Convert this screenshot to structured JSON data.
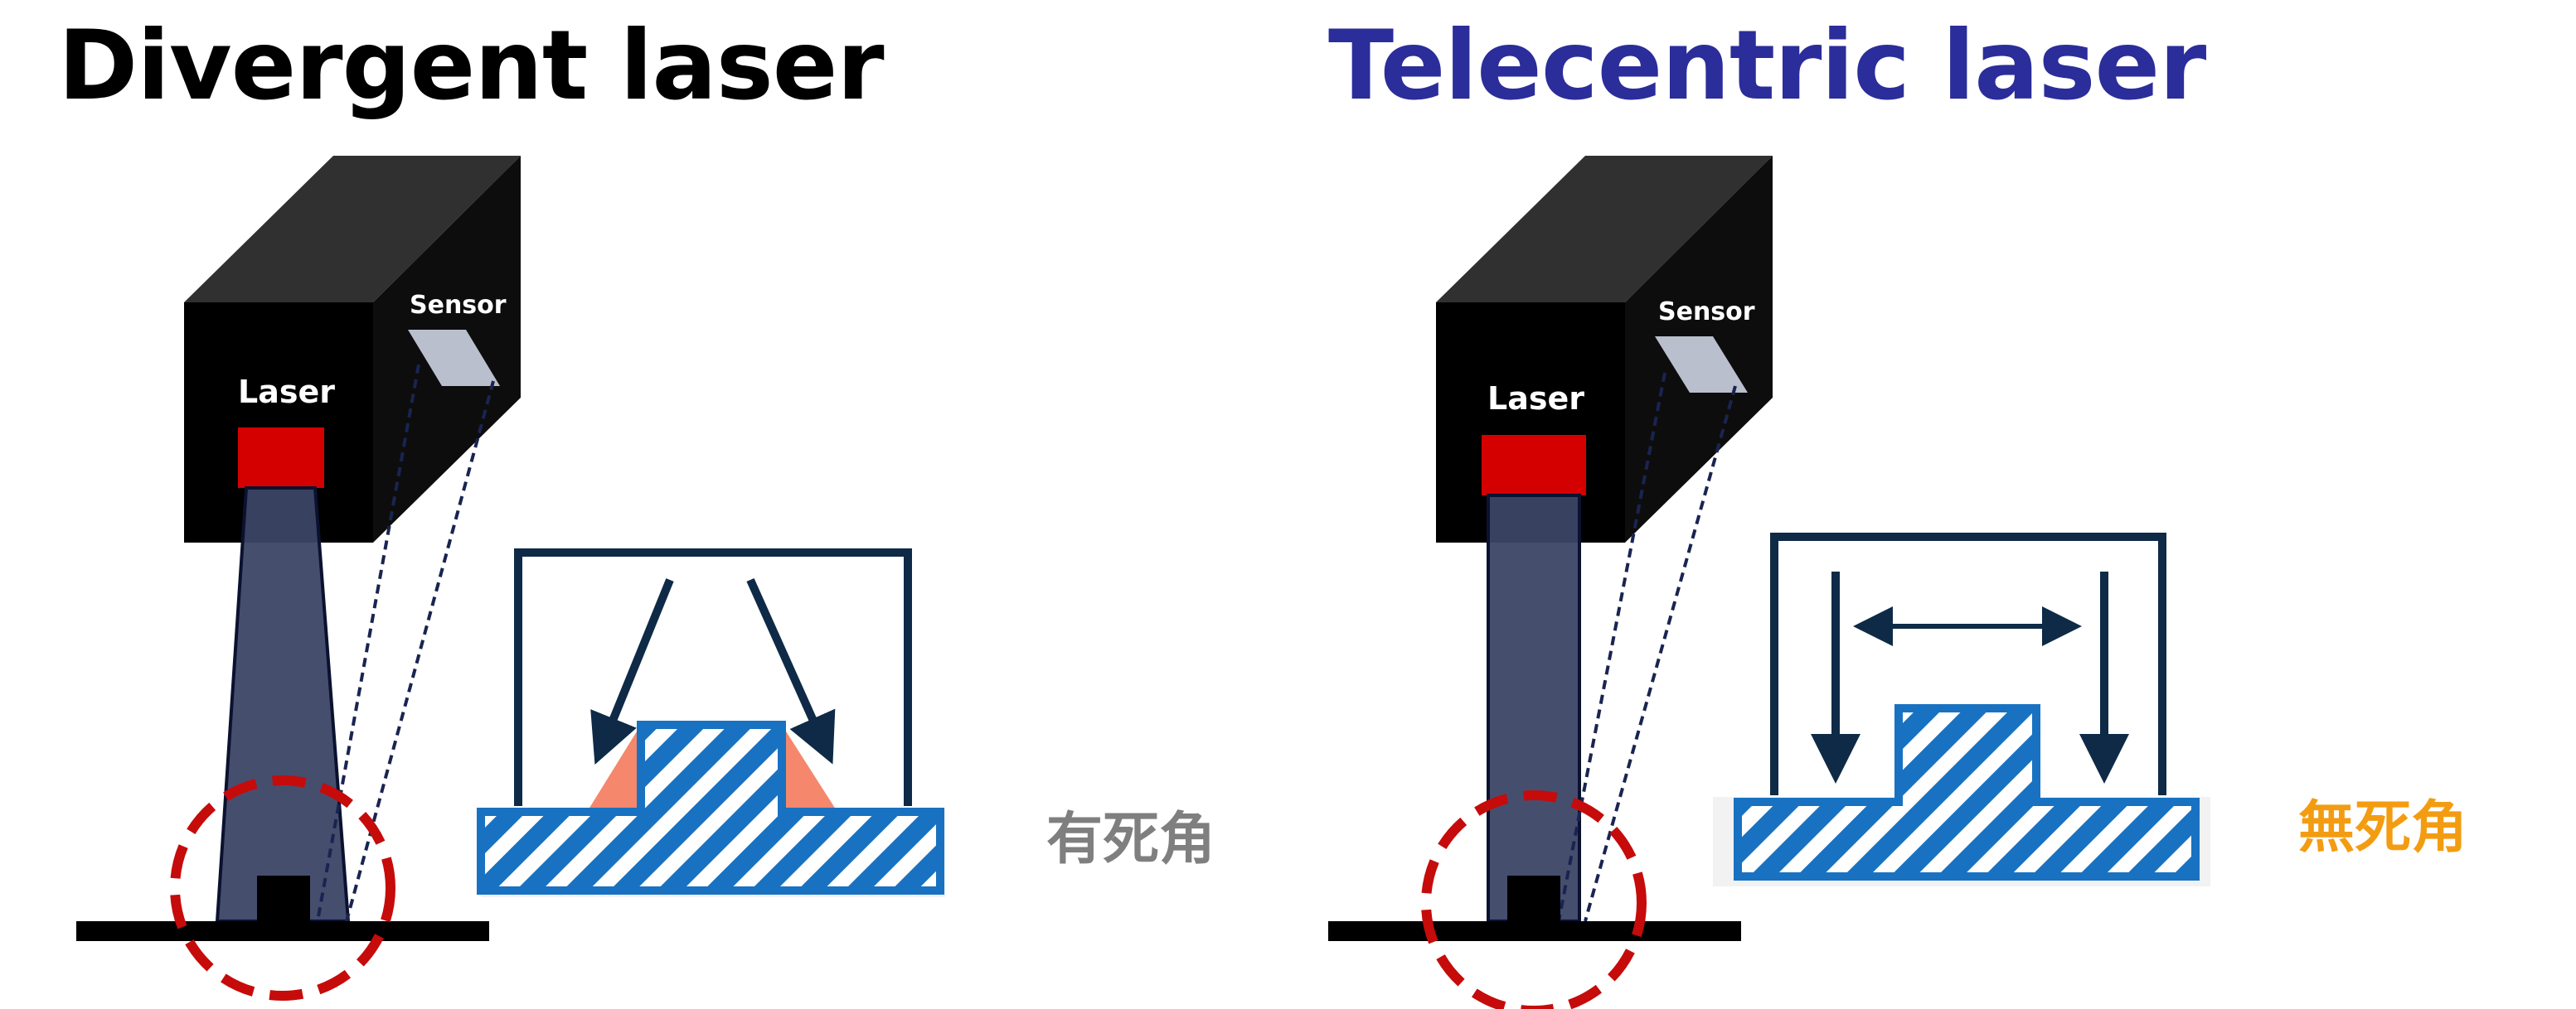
{
  "panels": {
    "left": {
      "title": "Divergent laser",
      "sensor_label": "Sensor",
      "laser_label": "Laser",
      "blind_spot_label": "有死角"
    },
    "right": {
      "title": "Telecentric laser",
      "sensor_label": "Sensor",
      "laser_label": "Laser",
      "blind_spot_label": "無死角"
    }
  },
  "colors": {
    "right_title": "#2b2d9a",
    "laser_emitter": "#d40000",
    "beam": "#3c4566",
    "sensor_window": "#b9bfcc",
    "hatch_blue": "#1872c1",
    "frame_navy": "#0e2a47",
    "shadow_salmon": "#f4876c",
    "dashed_circle": "#c60b0b",
    "label_left": "#7f7f7f",
    "label_right": "#f39c12"
  },
  "icons": [
    "laser-sensor-box-icon",
    "down-arrow-icon",
    "double-arrow-icon",
    "hatched-surface-icon"
  ]
}
